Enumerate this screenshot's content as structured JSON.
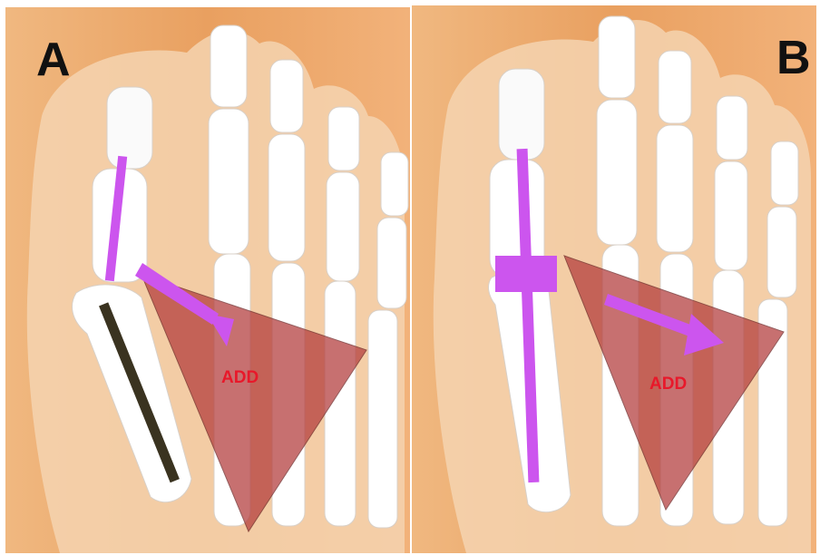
{
  "panels": [
    {
      "label": "A",
      "muscle_label": "ADD"
    },
    {
      "label": "B",
      "muscle_label": "ADD"
    }
  ],
  "colors": {
    "background_warm": "#e9a465",
    "background_light": "#f3c08a",
    "skin": "#f5d6b6",
    "bone": "#ffffff",
    "muscle_triangle": "#b23a3a",
    "axis_line": "#cc55ee",
    "arrow": "#cc55ee",
    "metatarsal_axis": "#3a3320",
    "label_text": "#e8182a",
    "panel_letter": "#111111"
  },
  "icons": [
    "foot-skeleton-illustration",
    "adduction-arrow-icon",
    "adductor-muscle-triangle"
  ]
}
